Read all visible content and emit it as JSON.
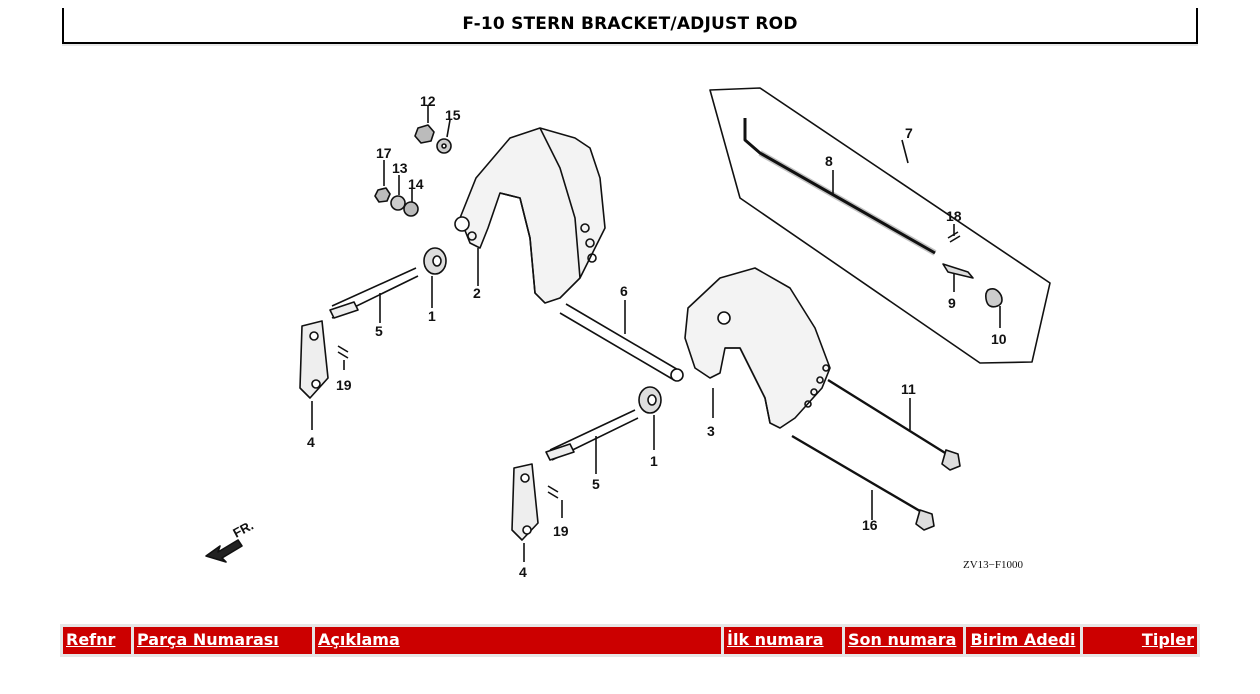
{
  "page": {
    "title": "F-10 STERN BRACKET/ADJUST ROD"
  },
  "diagram": {
    "labels": {
      "l12": "12",
      "l15": "15",
      "l17": "17",
      "l13": "13",
      "l14": "14",
      "l2": "2",
      "l1a": "1",
      "l5a": "5",
      "l19a": "19",
      "l4a": "4",
      "l6": "6",
      "l7": "7",
      "l8": "8",
      "l18": "18",
      "l9": "9",
      "l10": "10",
      "l3": "3",
      "l11": "11",
      "l1b": "1",
      "l5b": "5",
      "l19b": "19",
      "l4b": "4",
      "l16": "16"
    },
    "direction_label": "FR.",
    "drawing_code": "ZV13−F1000"
  },
  "table": {
    "headers": {
      "refnr": "Refnr",
      "part_number": "Parça Numarası",
      "description": "Açıklama",
      "first_number": "İlk numara",
      "last_number": "Son numara",
      "unit_qty": "Birim Adedi",
      "types": "Tipler"
    }
  }
}
